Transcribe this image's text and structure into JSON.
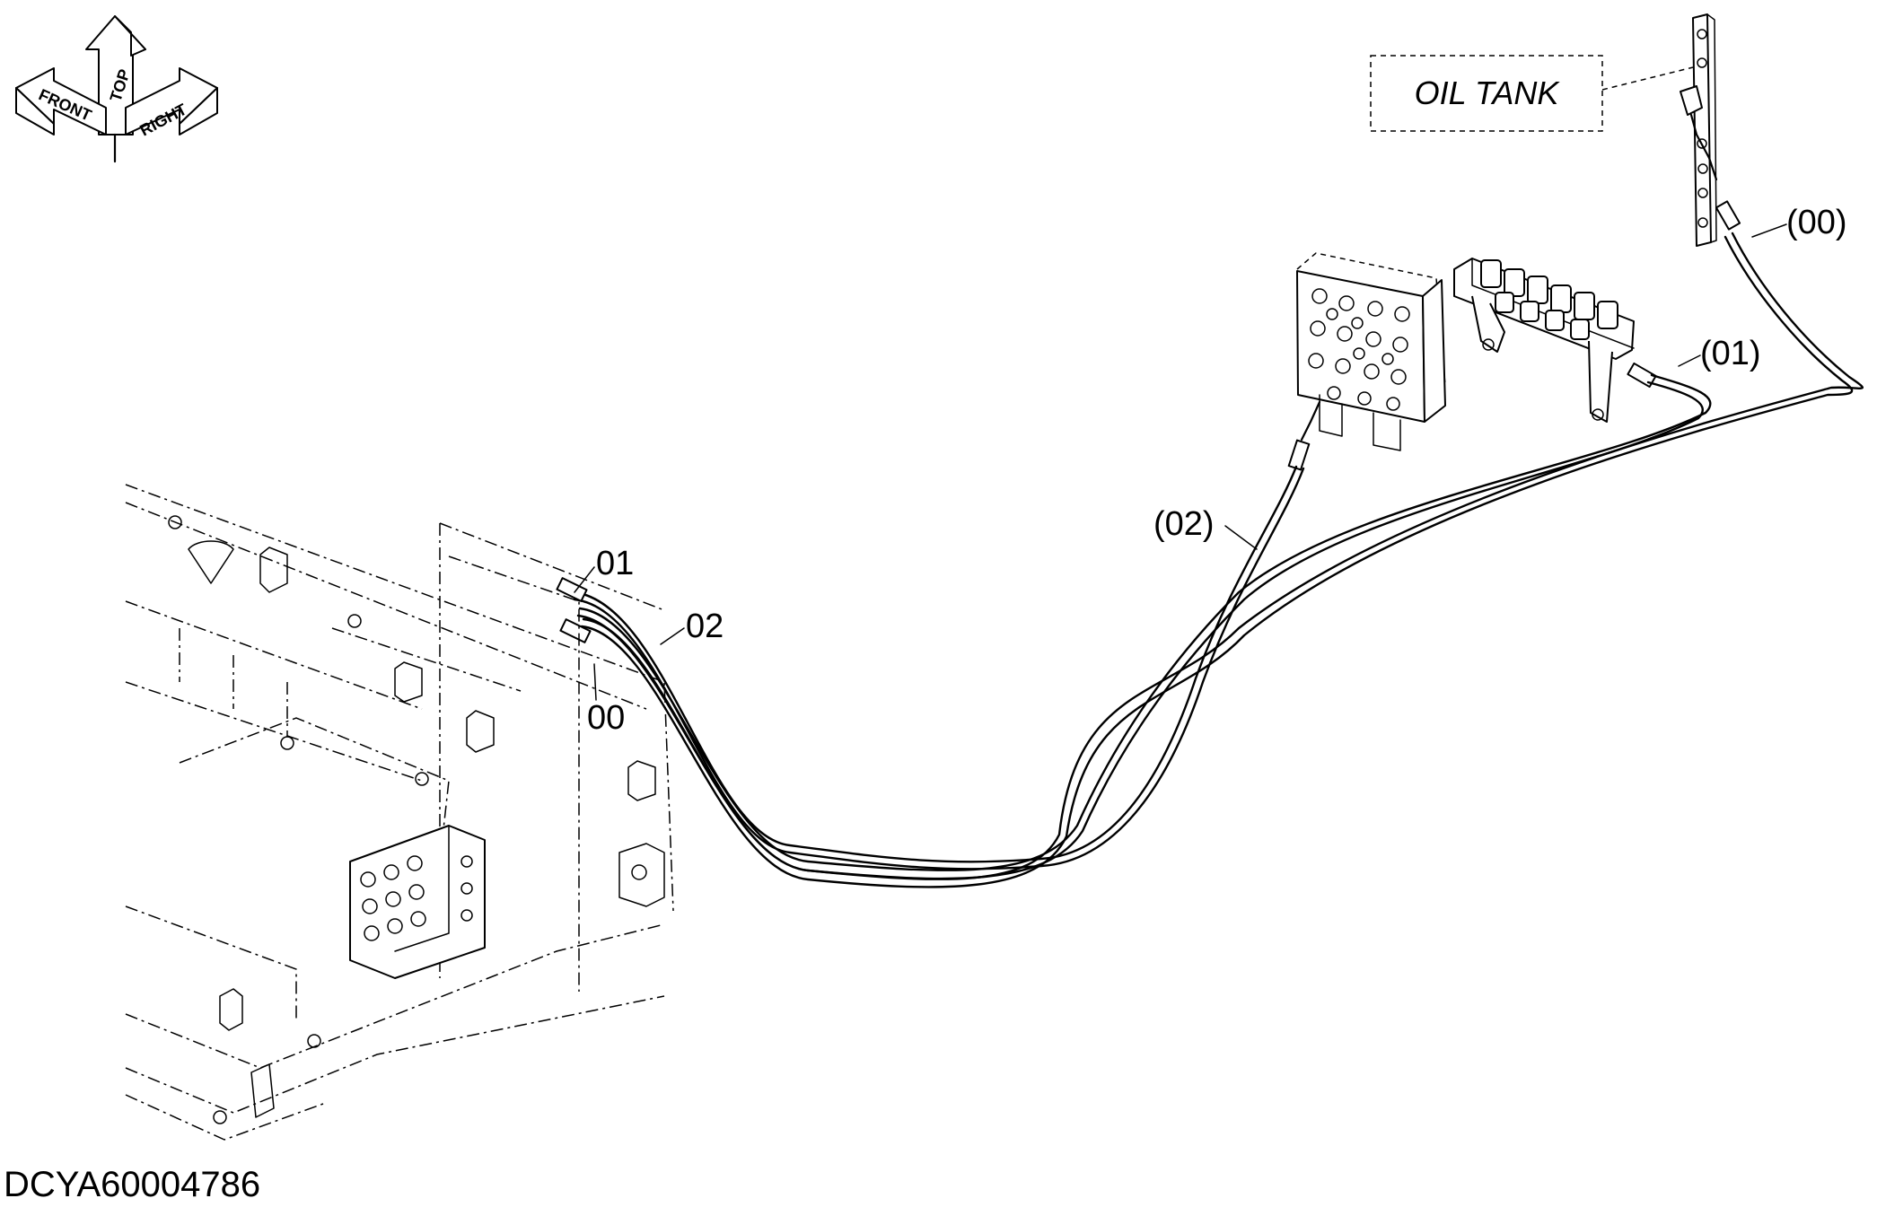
{
  "orientation": {
    "front_label": "FRONT",
    "top_label": "TOP",
    "right_label": "RIGHT"
  },
  "oil_tank_label": "OIL TANK",
  "callouts": {
    "c_00_paren": "(00)",
    "c_01_paren": "(01)",
    "c_02_paren": "(02)",
    "c_01": "01",
    "c_02": "02",
    "c_00": "00"
  },
  "drawing_code": "DCYA60004786"
}
